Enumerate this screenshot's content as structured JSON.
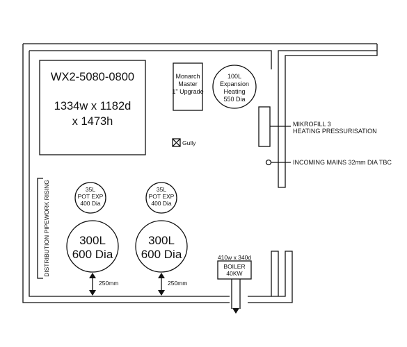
{
  "unit_box": {
    "model": "WX2-5080-0800",
    "dims_line1": "1334w x 1182d",
    "dims_line2": "x 1473h"
  },
  "monarch": {
    "line1": "Monarch",
    "line2": "Master",
    "line3": "1\" Upgrade"
  },
  "expansion_100l": {
    "line1": "100L",
    "line2": "Expansion",
    "line3": "Heating",
    "line4": "550 Dia"
  },
  "mikrofill": {
    "line1": "MIKROFILL 3",
    "line2": "HEATING PRESSURISATION"
  },
  "incoming_mains": "INCOMING MAINS 32mm DIA TBC",
  "gully": "Gully",
  "pipework_label": "DISTRIBUTION  PIPEWORK RISING",
  "pot_exp_left": {
    "line1": "35L",
    "line2": "POT EXP",
    "line3": "400 Dia"
  },
  "pot_exp_right": {
    "line1": "35L",
    "line2": "POT EXP",
    "line3": "400 Dia"
  },
  "cylinder_left": {
    "line1": "300L",
    "line2": "600 Dia"
  },
  "cylinder_right": {
    "line1": "300L",
    "line2": "600 Dia"
  },
  "clearance_left": "250mm",
  "clearance_right": "250mm",
  "boiler": {
    "size": "410w x 340d",
    "line1": "BOILER",
    "line2": "40KW"
  }
}
